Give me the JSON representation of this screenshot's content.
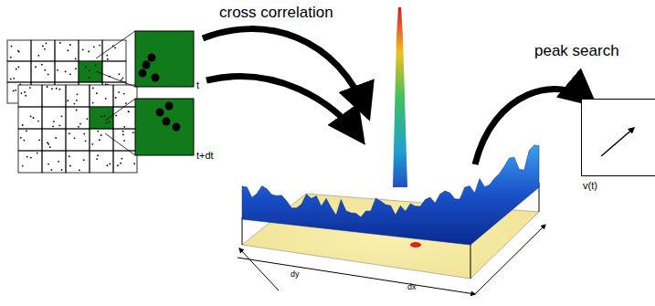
{
  "diagram": {
    "nodes": [
      {
        "text": [
          "v(t)"
        ]
      }
    ],
    "labels": [
      "cross correlation",
      "peak search",
      "t",
      "t+dt",
      "dy",
      "dx"
    ]
  }
}
